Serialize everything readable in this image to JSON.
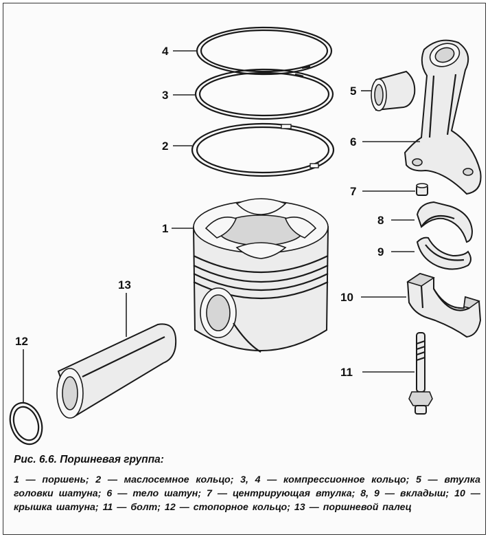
{
  "figure": {
    "callouts": [
      "1",
      "2",
      "3",
      "4",
      "5",
      "6",
      "7",
      "8",
      "9",
      "10",
      "11",
      "12",
      "13"
    ],
    "caption_title": "Рис. 6.6. Поршневая группа:",
    "caption_text": "1 — поршень; 2 — маслосемное кольцо; 3, 4 — компрессионное кольцо; 5 — втулка головки шатуна; 6 — тело шатун; 7 — центрирующая втулка; 8, 9 — вкладыш; 10 — крышка шатуна; 11 — болт; 12 — стопорное кольцо; 13 — поршневой палец"
  }
}
